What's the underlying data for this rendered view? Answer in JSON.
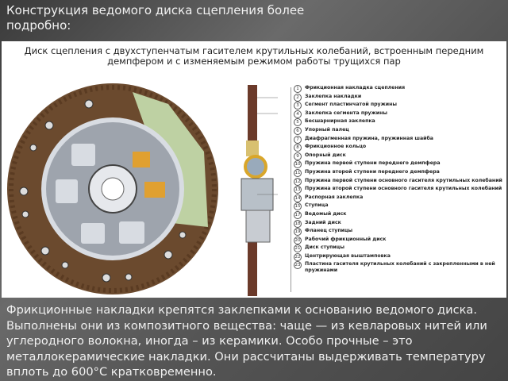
{
  "slide": {
    "title": "Конструкция ведомого диска сцепления более подробно:",
    "body": "Фрикционные накладки крепятся заклепками к основанию ведомого диска. Выполнены они из композитного вещества: чаще — из кевларовых нитей или углеродного волокна, иногда – из керамики. Особо прочные – это металлокерамические накладки. Они рассчитаны выдерживать температуру вплоть до 600°С кратковременно."
  },
  "figure": {
    "caption": "Диск сцепления с двухступенчатым гасителем крутильных колебаний, встроенным передним демпфером и с изменяемым режимом работы трущихся пар",
    "colors": {
      "lining": "#6b4a2e",
      "hub": "#9ea4ad",
      "spring_segment": "#c8e0b0",
      "spring_accent": "#e0a030"
    },
    "legend": [
      {
        "num": "1",
        "label": "Фрикционная накладка сцепления"
      },
      {
        "num": "2",
        "label": "Заклепка накладки"
      },
      {
        "num": "3",
        "label": "Сегмент пластинчатой пружины"
      },
      {
        "num": "4",
        "label": "Заклепка сегмента пружины"
      },
      {
        "num": "5",
        "label": "Бесшарнирная заклепка"
      },
      {
        "num": "6",
        "label": "Упорный палец"
      },
      {
        "num": "7",
        "label": "Диафрагменная пружина, пружинная шайба"
      },
      {
        "num": "8",
        "label": "Фрикционное кольцо"
      },
      {
        "num": "9",
        "label": "Опорный диск"
      },
      {
        "num": "10",
        "label": "Пружина первой ступени переднего демпфера"
      },
      {
        "num": "11",
        "label": "Пружина второй ступени переднего демпфера"
      },
      {
        "num": "12",
        "label": "Пружина первой ступени основного гасителя крутильных колебаний"
      },
      {
        "num": "13",
        "label": "Пружина второй ступени основного гасителя крутильных колебаний"
      },
      {
        "num": "14",
        "label": "Распорная заклепка"
      },
      {
        "num": "15",
        "label": "Ступица"
      },
      {
        "num": "17",
        "label": "Ведомый диск"
      },
      {
        "num": "18",
        "label": "Задний диск"
      },
      {
        "num": "19",
        "label": "Фланец ступицы"
      },
      {
        "num": "20",
        "label": "Рабочий фрикционный диск"
      },
      {
        "num": "21",
        "label": "Диск ступицы"
      },
      {
        "num": "22",
        "label": "Центрирующая выштамповка"
      },
      {
        "num": "23",
        "label": "Пластина гасителя крутильных колебаний с закрепленными в ней пружинами"
      }
    ]
  }
}
